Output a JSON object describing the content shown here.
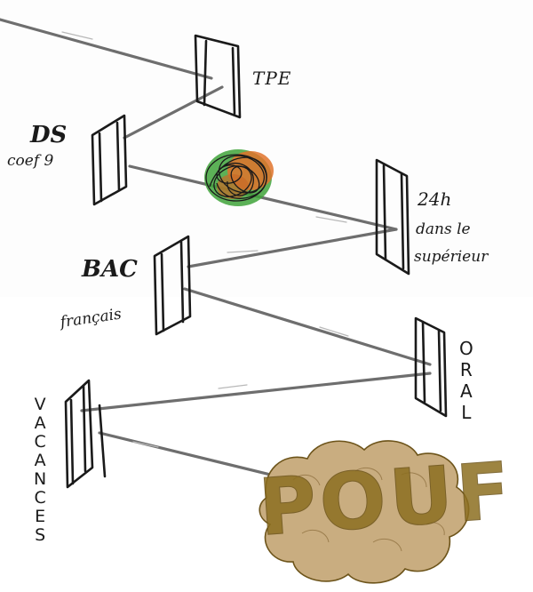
{
  "labels": {
    "tpe": "TPE",
    "ds": "DS",
    "coef": "coef 9",
    "h24": "24h",
    "dans": "dans le",
    "superieur": "supérieur",
    "bac": "BAC",
    "francais": "français",
    "oral": [
      "O",
      "R",
      "A",
      "L"
    ],
    "vacances": [
      "V",
      "A",
      "C",
      "A",
      "N",
      "C",
      "E",
      "S"
    ],
    "pouf": "POUF"
  },
  "colors": {
    "ink": "#1a1a1a",
    "beam": "#6e6e6e",
    "scribble_green": "#3fa33a",
    "scribble_orange": "#e0732b",
    "cloud": "#c9ad80",
    "pouf_text": "#8c6f21"
  },
  "icons": {
    "portal": "portal-frame-icon",
    "scribble": "scribble-knot-icon",
    "cloud": "dust-cloud-icon"
  }
}
